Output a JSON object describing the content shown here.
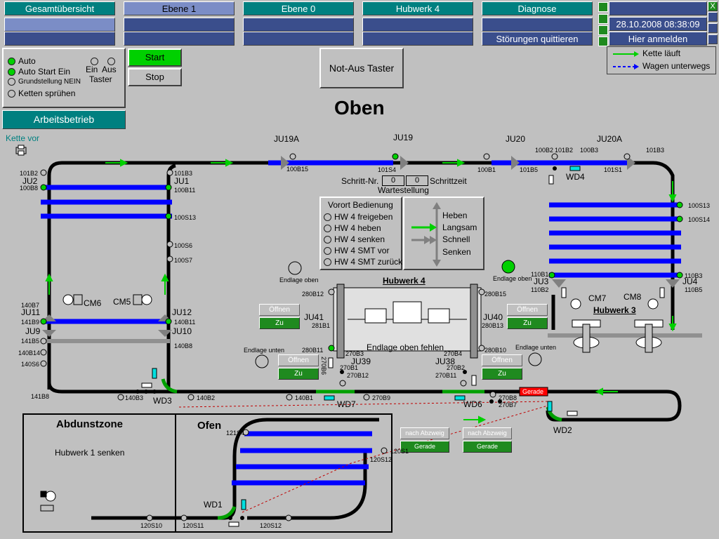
{
  "nav": {
    "tabs": [
      "Gesamtübersicht",
      "Ebene 1",
      "Ebene 0",
      "Hubwerk 4",
      "Diagnose"
    ],
    "stoerungen": "Störungen quittieren",
    "datetime": "28.10.2008 08:38:09",
    "login": "Hier anmelden",
    "close": "X"
  },
  "legend": {
    "chain": "Kette läuft",
    "wagon": "Wagen unterwegs"
  },
  "mode": {
    "auto": "Auto",
    "auto_start": "Auto Start Ein",
    "grundstellung": "Grundstellung NEIN",
    "ketten": "Ketten sprühen",
    "ein": "Ein",
    "aus": "Aus",
    "taster": "Taster",
    "betrieb": "Arbeitsbetrieb"
  },
  "buttons": {
    "start": "Start",
    "stop": "Stop",
    "notaus": "Not-Aus Taster"
  },
  "title": "Oben",
  "kette_vor": "Kette vor",
  "schritt": {
    "label": "Schritt-Nr.",
    "nr": "0",
    "zeit": "0",
    "zeit_label": "Schrittzeit",
    "status": "Wartestellung"
  },
  "vorort": {
    "title": "Vorort Bedienung",
    "items": [
      "HW 4 freigeben",
      "HW 4 heben",
      "HW 4 senken",
      "HW 4 SMT vor",
      "HW 4 SMT zurück"
    ]
  },
  "direction": {
    "heben": "Heben",
    "langsam": "Langsam",
    "schnell": "Schnell",
    "senken": "Senken"
  },
  "hubwerk4": {
    "title": "Hubwerk 4",
    "status": "Endlage oben fehlen"
  },
  "hubwerk3": "Hubwerk 3",
  "offnen": "Öffnen",
  "zu": "Zu",
  "abzweig": "nach Abzweig",
  "gerade": "Gerade",
  "geraete": "Gerade",
  "abdunst": {
    "title": "Abdunstzone",
    "status": "Hubwerk 1 senken"
  },
  "ofen": "Ofen",
  "labels": {
    "JU19A": "JU19A",
    "JU19": "JU19",
    "JU20": "JU20",
    "JU20A": "JU20A",
    "JU2": "JU2",
    "JU1": "JU1",
    "JU11": "JU11",
    "JU12": "JU12",
    "JU9": "JU9",
    "JU10": "JU10",
    "JU41": "JU41",
    "JU40": "JU40",
    "JU39": "JU39",
    "JU38": "JU38",
    "JU3": "JU3",
    "JU4": "JU4",
    "WD1": "WD1",
    "WD2": "WD2",
    "WD3": "WD3",
    "WD4": "WD4",
    "WD6": "WD6",
    "WD7": "WD7",
    "CM5": "CM5",
    "CM6": "CM6",
    "CM7": "CM7",
    "CM8": "CM8",
    "endlage_oben": "Endlage oben",
    "endlage_unten": "Endlage unten"
  },
  "sensors": {
    "s100B15": "100B15",
    "s101S4": "101S4",
    "s100B1": "100B1",
    "s101B5": "101B5",
    "s101S1": "101S1",
    "s100B2": "100B2",
    "s101B2": "101B2",
    "s100B3": "100B3",
    "s101B3top": "101B3",
    "s101B2l": "101B2",
    "s100B8": "100B8",
    "s101B3": "101B3",
    "s100B11": "100B11",
    "s100S13l": "100S13",
    "s100S6": "100S6",
    "s100S7": "100S7",
    "s140B7": "140B7",
    "s141B9": "141B9",
    "s140B11": "140B11",
    "s141B5": "141B5",
    "s140B8": "140B8",
    "s140B14": "140B14",
    "s140S6": "140S6",
    "s141B8": "141B8",
    "s140B3": "140B3",
    "s140B2": "140B2",
    "s140B1": "140B1",
    "s270B9": "270B9",
    "s270B8": "270B8",
    "s270B7": "270B7",
    "s100S13": "100S13",
    "s100S14": "100S14",
    "s110B1": "110B1",
    "s110B3": "110B3",
    "s110B2": "110B2",
    "s110B5": "110B5",
    "s280B12": "280B12",
    "s281B1": "281B1",
    "s280B11": "280B11",
    "s280B15": "280B15",
    "s280B13": "280B13",
    "s280B10": "280B10",
    "s270B3": "270B3",
    "s270B1": "270B1",
    "s270B12": "270B12",
    "s270B4": "270B4",
    "s270B2": "270B2",
    "s270B11": "270B11",
    "s270B6": "270B6",
    "s121S4": "121S4",
    "s120S1": "120S1",
    "s120S12a": "120S12",
    "s120S10": "120S10",
    "s120S11": "120S11",
    "s120S12b": "120S12"
  },
  "colors": {
    "bg": "#c0c0c0",
    "teal": "#008080",
    "slate": "#3a4e8c",
    "green": "#00d000",
    "blue": "#0000ff",
    "track": "#000000"
  }
}
